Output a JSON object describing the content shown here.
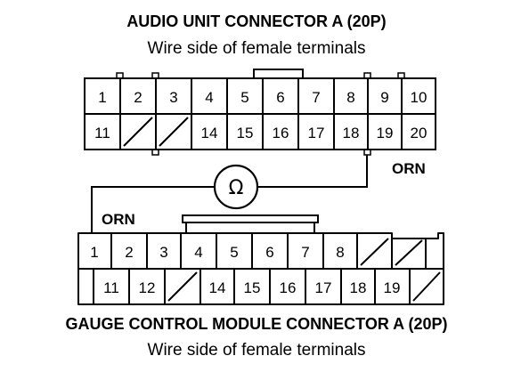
{
  "top_connector": {
    "title": "AUDIO UNIT CONNECTOR A (20P)",
    "subtitle": "Wire side of female terminals",
    "row1": [
      "1",
      "2",
      "3",
      "4",
      "5",
      "6",
      "7",
      "8",
      "9",
      "10"
    ],
    "row2": [
      "11",
      "",
      "",
      "14",
      "15",
      "16",
      "17",
      "18",
      "19",
      "20"
    ]
  },
  "bottom_connector": {
    "title": "GAUGE CONTROL MODULE CONNECTOR A (20P)",
    "subtitle": "Wire side of female terminals",
    "row1": [
      "1",
      "2",
      "3",
      "4",
      "5",
      "6",
      "7",
      "8",
      "",
      ""
    ],
    "row2": [
      "11",
      "12",
      "",
      "14",
      "15",
      "16",
      "17",
      "18",
      "19",
      ""
    ]
  },
  "wires": {
    "top_wire_label": "ORN",
    "bottom_wire_label": "ORN",
    "meter_symbol": "Ω"
  },
  "icons": {
    "ohmmeter": "ohmmeter-icon",
    "blank_cavity": "blank-cavity-icon"
  },
  "colors": {
    "line": "#000000",
    "background": "#ffffff"
  }
}
